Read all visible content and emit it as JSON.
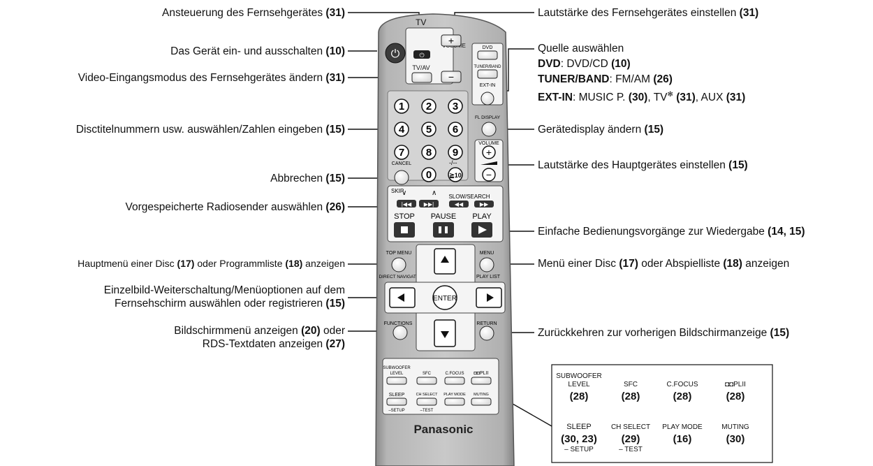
{
  "left_labels": [
    {
      "text": "Ansteuerung des Fernsehgerätes",
      "ref": "(31)"
    },
    {
      "text": "Das Gerät ein- und ausschalten",
      "ref": "(10)"
    },
    {
      "text": "Video-Eingangsmodus des Fernsehgerätes ändern",
      "ref": "(31)"
    },
    {
      "text": "Disctitelnummern usw. auswählen/Zahlen eingeben",
      "ref": "(15)"
    },
    {
      "text": "Abbrechen",
      "ref": "(15)"
    },
    {
      "text": "Vorgespeicherte Radiosender auswählen",
      "ref": "(26)"
    },
    {
      "text": "Hauptmenü einer Disc",
      "ref": "(17)",
      "text2": "oder Programmliste",
      "ref2": "(18)",
      "text3": "anzeigen"
    },
    {
      "text": "Einzelbild-Weiterschaltung/Menüoptionen auf dem",
      "line2": "Fernsehschirm auswählen oder registrieren",
      "ref": "(15)"
    },
    {
      "text": "Bildschirmmenü anzeigen",
      "ref": "(20)",
      "text2": "oder",
      "line2": "RDS-Textdaten anzeigen",
      "ref2": "(27)"
    }
  ],
  "right_labels": [
    {
      "text": "Lautstärke des Fernsehgerätes einstellen",
      "ref": "(31)"
    },
    {
      "text": "Quelle auswählen"
    },
    {
      "bold": "DVD",
      "text": ": DVD/CD",
      "ref": "(10)"
    },
    {
      "bold": "TUNER/BAND",
      "text": ": FM/AM",
      "ref": "(26)"
    },
    {
      "bold": "EXT-IN",
      "text": ":  MUSIC P.",
      "ref": "(30)",
      "text2": ", TV",
      "ast": "✻",
      "ref2": "(31)",
      "text3": ", AUX",
      "ref3": "(31)"
    },
    {
      "text": "Gerätedisplay ändern",
      "ref": "(15)"
    },
    {
      "text": "Lautstärke des Hauptgerätes einstellen",
      "ref": "(15)"
    },
    {
      "text": "Einfache Bedienungsvorgänge zur Wiedergabe",
      "ref": "(14, 15)"
    },
    {
      "text": "Menü einer Disc",
      "ref": "(17)",
      "text2": "oder Abspielliste",
      "ref2": "(18)",
      "text3": "anzeigen"
    },
    {
      "text": "Zurückkehren zur vorherigen Bildschirmanzeige",
      "ref": "(15)"
    }
  ],
  "remote": {
    "tv": "TV",
    "volume": "VOLUME",
    "tvav": "TV/AV",
    "dvd": "DVD",
    "tuner_band": "TUNER/BAND",
    "ext_in": "EXT-IN",
    "digits": [
      "1",
      "2",
      "3",
      "4",
      "5",
      "6",
      "7",
      "8",
      "9",
      "0"
    ],
    "dash": "-/--",
    "ge10": "≧10",
    "cancel": "CANCEL",
    "fl_display": "FL DISPLAY",
    "volume2": "VOLUME",
    "skip": "SKIP",
    "slow_search": "SLOW/SEARCH",
    "stop": "STOP",
    "pause": "PAUSE",
    "play": "PLAY",
    "top_menu": "TOP MENU",
    "direct_navigator": "DIRECT NAVIGATOR",
    "menu": "MENU",
    "play_list": "PLAY LIST",
    "enter": "ENTER",
    "functions": "FUNCTIONS",
    "return": "RETURN",
    "subwoofer": "SUBWOOFER",
    "level": "LEVEL",
    "sfc": "SFC",
    "cfocus": "C.FOCUS",
    "pl2": "PLII",
    "sleep": "SLEEP",
    "setup": "–SETUP",
    "ch_select": "CH SELECT",
    "test": "–TEST",
    "play_mode": "PLAY MODE",
    "muting": "MUTING",
    "brand": "Panasonic"
  },
  "inset": {
    "row1": [
      {
        "l1": "SUBWOOFER",
        "l2": "LEVEL",
        "ref": "(28)"
      },
      {
        "l1": "SFC",
        "ref": "(28)"
      },
      {
        "l1": "C.FOCUS",
        "ref": "(28)"
      },
      {
        "l1": "PLII",
        "ref": "(28)"
      }
    ],
    "row2": [
      {
        "l1": "SLEEP",
        "ref": "(30, 23)",
        "sub": "– SETUP"
      },
      {
        "l1": "CH SELECT",
        "ref": "(29)",
        "sub": "– TEST"
      },
      {
        "l1": "PLAY MODE",
        "ref": "(16)"
      },
      {
        "l1": "MUTING",
        "ref": "(30)"
      }
    ]
  }
}
